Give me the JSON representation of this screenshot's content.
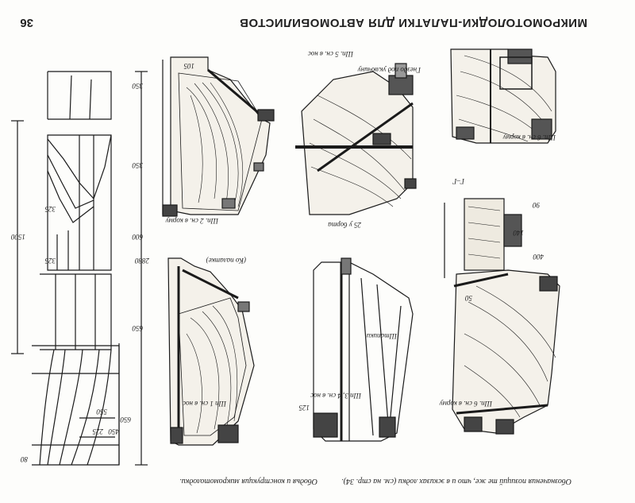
{
  "page": {
    "title": "МИКРОМОТОЛОДКИ-ПАЛАТКИ ДЛЯ АВТОМОБИЛИСТОВ",
    "page_number": "36",
    "caption_frames": "Ободья и конструкция микромотолодки.",
    "caption_note": "Обозначения позиций те же, что и в эскизах лодки (см. на стр. 34)."
  },
  "frame_labels": {
    "sh1": "Шп 1 сн. в нос",
    "sh2": "Шп. 2 сн. в корму",
    "sh34": "Шп 3, 4 сн. в нос",
    "sh5": "Шп. 5 сн. в нос",
    "sh6": "Шп. 6 сн. в корму",
    "gg": "Г–Г",
    "nest": "Гнездо под уключину",
    "to_tent": "(Ко палатке)",
    "borta": "25 у борта",
    "shtapiki": "Штапики"
  },
  "dimensions": {
    "d1500": "1500",
    "d2880": "2880",
    "d325a": "325",
    "d325b": "325",
    "d650a": "650",
    "d600": "600",
    "d350a": "350",
    "d350b": "350",
    "d550": "550",
    "d225": "225",
    "d650b": "650",
    "d450": "450",
    "d80": "80",
    "d105": "105",
    "d400": "400",
    "d140": "140",
    "d125": "125",
    "d90": "90",
    "d50": "50"
  }
}
